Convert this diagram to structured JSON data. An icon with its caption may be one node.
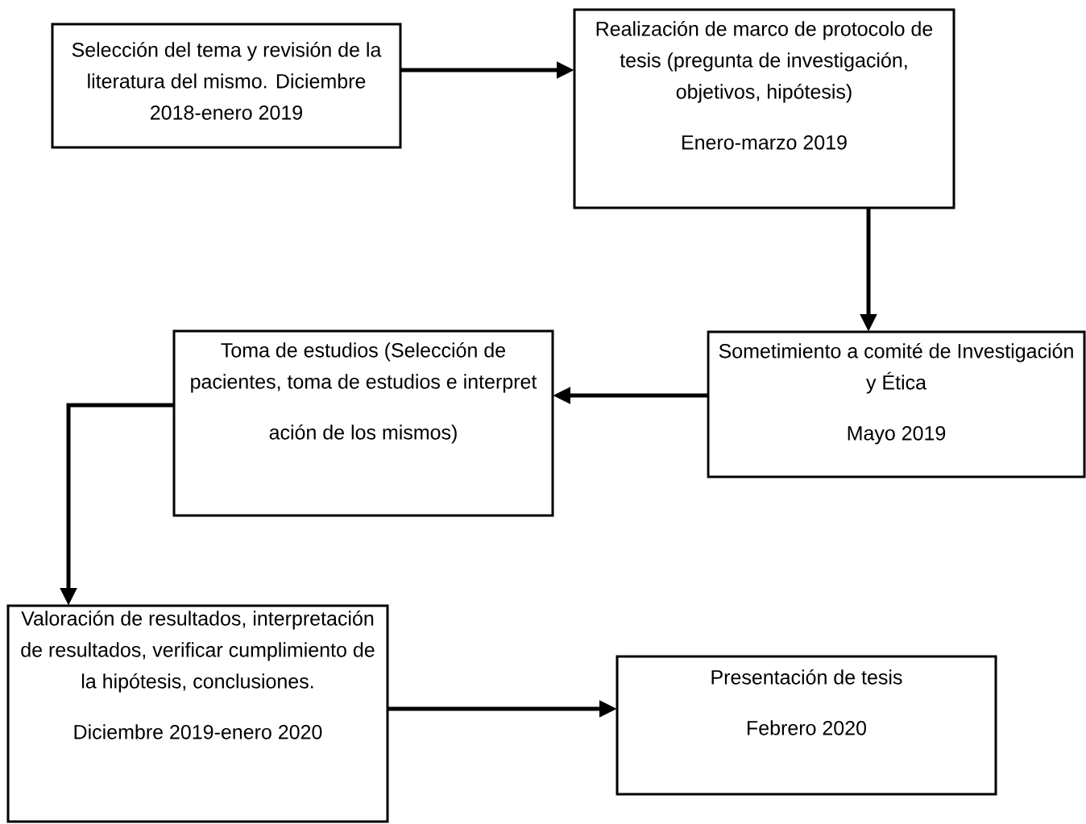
{
  "diagram": {
    "nodes": [
      {
        "text": [
          "Selección del tema y revisión de la literatura del mismo. Diciembre 2018-enero 2019"
        ]
      },
      {
        "text": [
          "Realización de marco de protocolo de tesis (pregunta de investigación, objetivos, hipótesis)",
          "Enero-marzo 2019"
        ]
      },
      {
        "text": [
          "Sometimiento a comité de Investigación y Ética",
          "Mayo 2019"
        ]
      },
      {
        "text": [
          "Toma de estudios (Selección de pacientes, toma de estudios e interpret",
          "ación de los mismos)"
        ]
      },
      {
        "text": [
          "Valoración de resultados, interpretación de resultados, verificar cumplimiento de la hipótesis, conclusiones.",
          "Diciembre 2019-enero 2020"
        ]
      },
      {
        "text": [
          "Presentación de tesis",
          "Febrero 2020"
        ]
      }
    ],
    "edges": [
      {
        "from": 0,
        "to": 1,
        "arrow": "to"
      },
      {
        "from": 1,
        "to": 2,
        "arrow": "to"
      },
      {
        "from": 2,
        "to": 3,
        "arrow": "to"
      },
      {
        "from": 3,
        "to": 4,
        "arrow": "to"
      },
      {
        "from": 4,
        "to": 5,
        "arrow": "to"
      }
    ]
  }
}
